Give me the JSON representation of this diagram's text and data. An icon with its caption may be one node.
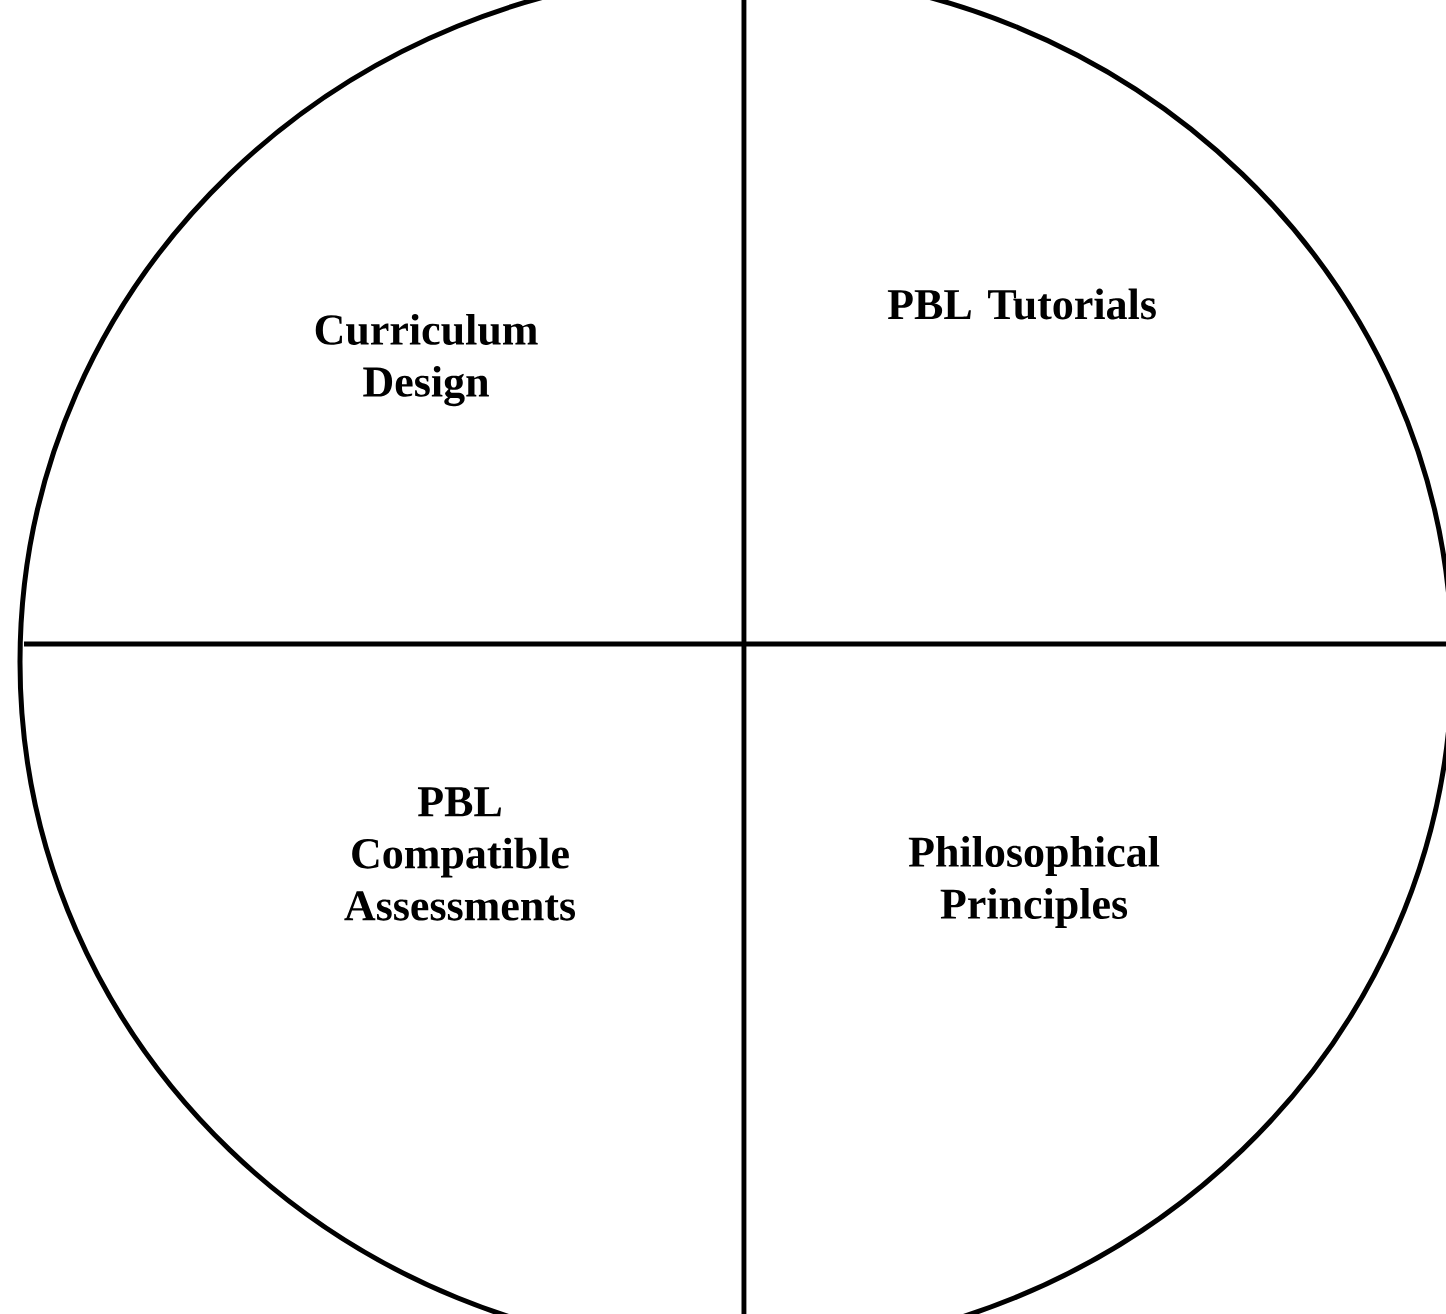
{
  "diagram": {
    "nodes": [
      {
        "text": [],
        "shape": "circle"
      },
      {
        "text": [
          "Curriculum Design"
        ],
        "in": 0
      },
      {
        "text": [
          "PBL Tutorials"
        ],
        "in": 0
      },
      {
        "text": [
          "PBL Compatible Assessments"
        ],
        "in": 0
      },
      {
        "text": [
          "Philosophical Principles"
        ],
        "in": 0
      }
    ]
  }
}
